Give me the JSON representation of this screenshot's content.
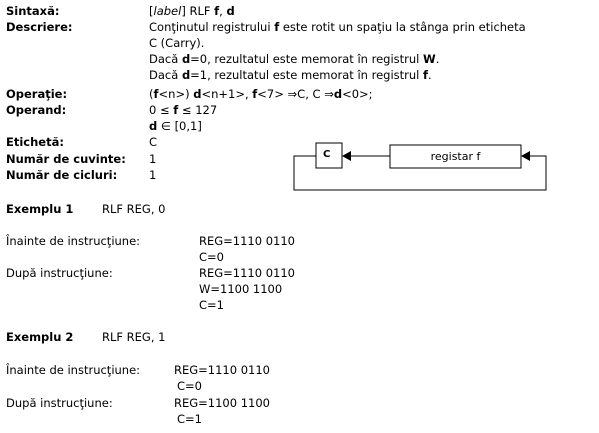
{
  "syntax": {
    "label": "Sintaxă:",
    "open": "[",
    "label_word": "label",
    "close": "] RLF ",
    "f": "f",
    "comma": ", ",
    "d": "d"
  },
  "description": {
    "label": "Descriere:",
    "line1_a": "Conţinutul registrului ",
    "line1_f": "f",
    "line1_b": " este rotit un spaţiu la stânga prin eticheta",
    "line2": "C (Carry).",
    "line3_a": "Dacă ",
    "line3_d": "d",
    "line3_b": "=0, rezultatul este memorat în registrul ",
    "line3_w": "W",
    "line3_c": ".",
    "line4_a": "Dacă ",
    "line4_d": "d",
    "line4_b": "=1, rezultatul este memorat în registrul ",
    "line4_f": "f",
    "line4_c": "."
  },
  "operation": {
    "label": "Operaţie:",
    "p1": "(",
    "p2": "f",
    "p3": "<n>)  ",
    "p4": "d",
    "p5": "<n+1>, ",
    "p6": "f",
    "p7": "<7> ⇒C, C ⇒",
    "p8": "d",
    "p9": "<0>;"
  },
  "operand": {
    "label": "Operand:",
    "line1_a": "0 ≤ ",
    "line1_f": "f",
    "line1_b": " ≤ 127",
    "line2_d": "d",
    "line2_b": "  ∈ [0,1]"
  },
  "tag": {
    "label": "Etichetă:",
    "value": "C"
  },
  "words": {
    "label": "Număr de cuvinte:",
    "value": "1"
  },
  "cycles": {
    "label": "Număr de cicluri:",
    "value": "1"
  },
  "diagram": {
    "carry_box": "C",
    "register_box": "registar f"
  },
  "example1": {
    "title": "Exemplu 1",
    "instr": "RLF  REG, 0",
    "before_label": "Înainte de instrucţiune:",
    "before_reg": "REG=1110 0110",
    "before_c": "C=0",
    "after_label": "După instrucţiune:",
    "after_reg": "REG=1110 0110",
    "after_w": "W=1100 1100",
    "after_c": "C=1"
  },
  "example2": {
    "title": "Exemplu 2",
    "instr": "RLF   REG, 1",
    "before_label": "Înainte de instrucţiune:",
    "before_reg": "REG=1110 0110",
    "before_c": "C=0",
    "after_label": "După instrucţiune:",
    "after_reg": "REG=1100 1100",
    "after_c": "C=1"
  }
}
